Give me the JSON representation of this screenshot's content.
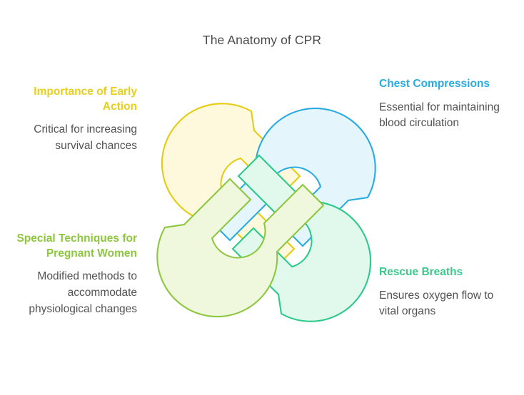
{
  "page": {
    "title": "The Anatomy of CPR",
    "background": "#ffffff",
    "body_text_color": "#525252",
    "title_color": "#4a4a4a"
  },
  "blocks": [
    {
      "id": "early-action",
      "position": "top-left",
      "heading": "Importance of Early Action",
      "body": "Critical for increasing survival chances",
      "color": "#E8CE1E",
      "align": "right"
    },
    {
      "id": "chest-compressions",
      "position": "top-right",
      "heading": "Chest Compressions",
      "body": "Essential for maintaining blood circulation",
      "color": "#29ABE2",
      "align": "left"
    },
    {
      "id": "pregnant-women",
      "position": "bottom-left",
      "heading": "Special Techniques for Pregnant Women",
      "body": "Modified methods to accommodate physiological changes",
      "color": "#8DC63F",
      "align": "right"
    },
    {
      "id": "rescue-breaths",
      "position": "bottom-right",
      "heading": "Rescue Breaths",
      "body": "Ensures oxygen flow to vital organs",
      "color": "#3CC98B",
      "align": "left"
    }
  ],
  "diagram": {
    "name": "interlocking-hooks-knot",
    "description": "Four interlocking hook shapes arranged in rotational symmetry",
    "hooks": [
      {
        "id": "hook-yellow",
        "rotation": 0,
        "stroke": "#E5CC10",
        "fill": "#FEF9DC",
        "linked_block": "early-action"
      },
      {
        "id": "hook-blue",
        "rotation": 90,
        "stroke": "#29ABE2",
        "fill": "#E4F5FC",
        "linked_block": "chest-compressions"
      },
      {
        "id": "hook-teal",
        "rotation": 180,
        "stroke": "#2CC98A",
        "fill": "#E1F8ED",
        "linked_block": "rescue-breaths"
      },
      {
        "id": "hook-green",
        "rotation": 270,
        "stroke": "#8DC63F",
        "fill": "#EFF8DC",
        "linked_block": "pregnant-women"
      }
    ]
  }
}
